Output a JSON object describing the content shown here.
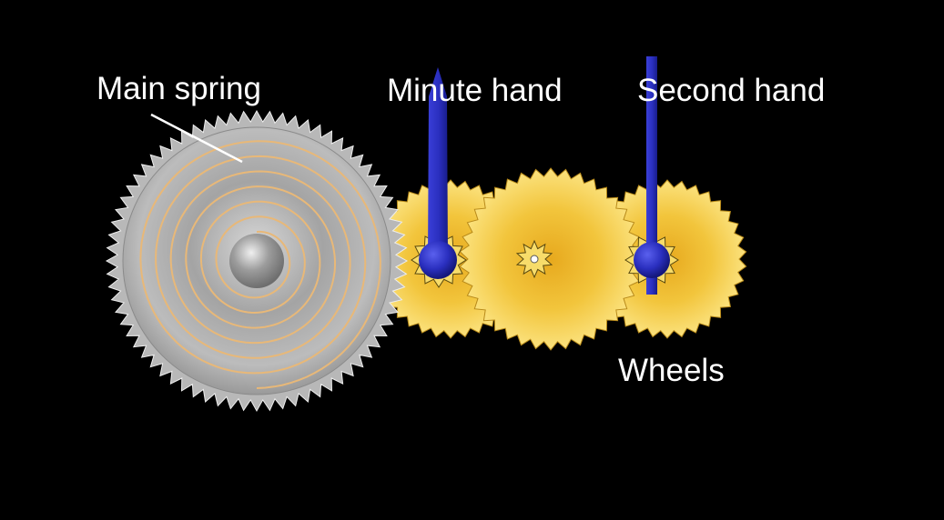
{
  "labels": {
    "main_spring": "Main spring",
    "minute_hand": "Minute hand",
    "second_hand": "Second hand",
    "wheels": "Wheels"
  },
  "colors": {
    "background": "#000000",
    "label_text": "#ffffff",
    "hand_blue": "#2c33c8",
    "wheel_gold": "#f3c93e",
    "spring_line": "#e8b878",
    "barrel_silver": "#a9a9a9"
  }
}
